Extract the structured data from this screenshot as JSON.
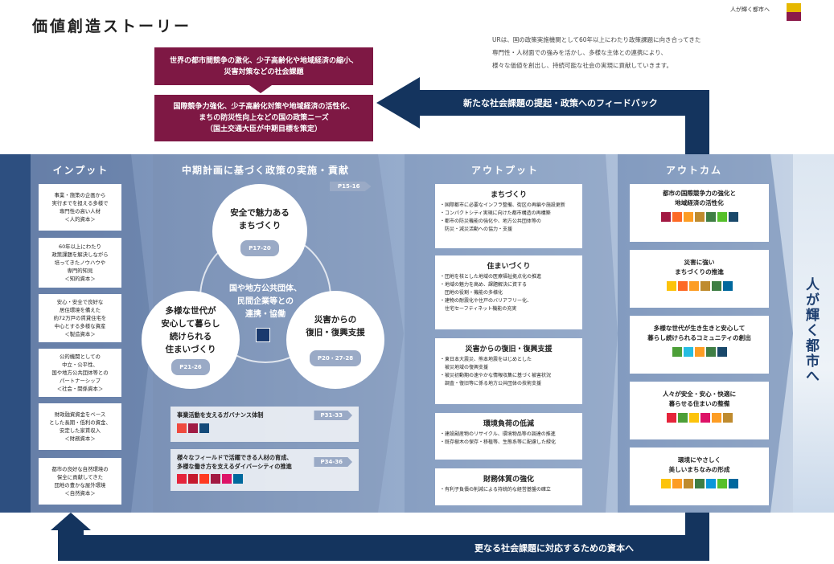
{
  "header": {
    "title": "価値創造ストーリー",
    "top_link": "人が輝く都市へ",
    "intro_lines": [
      "URは、国の政策実施機関として60年以上にわたり政策課題に向き合ってきた",
      "専門性・人材面での強みを活かし、多様な主体との連携により、",
      "様々な価値を創出し、持続可能な社会の実現に貢献していきます。"
    ]
  },
  "issues": {
    "line1": "世界の都市間競争の激化、少子高齢化や地域経済の縮小、",
    "line2": "災害対策などの社会課題"
  },
  "needs": {
    "line1": "国際競争力強化、少子高齢化対策や地域経済の活性化、",
    "line2": "まちの防災性向上などの国の政策ニーズ",
    "line3": "（国土交通大臣が中期目標を策定）"
  },
  "feedback_label": "新たな社会課題の提起・政策へのフィードバック",
  "bottom_label": "更なる社会課題に対応するための資本へ",
  "columns": {
    "input": "インプット",
    "mid": "中期計画に基づく政策の実施・貢献",
    "output": "アウトプット",
    "outcome": "アウトカム"
  },
  "inputs": [
    {
      "lines": [
        "事業・施策の企画から",
        "実行までを担える多様で",
        "専門性の高い人材",
        "＜人的資本＞"
      ]
    },
    {
      "lines": [
        "60年以上にわたり",
        "政策課題を解決しながら",
        "培ってきたノウハウや",
        "専門的知見",
        "＜知的資本＞"
      ]
    },
    {
      "lines": [
        "安心・安全で良好な",
        "居住環境を備えた",
        "約72万戸の賃貸住宅を",
        "中心とする多様な資産",
        "＜製造資本＞"
      ]
    },
    {
      "lines": [
        "公的機関としての",
        "中立・公平性、",
        "国や地方公共団体等との",
        "パートナーシップ",
        "＜社会・関係資本＞"
      ]
    },
    {
      "lines": [
        "財政融資資金をベース",
        "とした長期・低利の資金、",
        "安定した家賃収入",
        "＜財務資本＞"
      ]
    },
    {
      "lines": [
        "都市の良好な自然環境の",
        "保全に貢献してきた",
        "団地の豊かな屋外環境",
        "＜自然資本＞"
      ]
    }
  ],
  "mid": {
    "page_top": "P15-16",
    "circle_top": {
      "line1": "安全で魅力ある",
      "line2": "まちづくり",
      "page": "P17-20"
    },
    "circle_left": {
      "line1": "多様な世代が",
      "line2": "安心して暮らし",
      "line3": "続けられる",
      "line4": "住まいづくり",
      "page": "P21-26"
    },
    "circle_right": {
      "line1": "災害からの",
      "line2": "復旧・復興支援",
      "page": "P20・27-28"
    },
    "center": {
      "line1": "国や地方公共団体、",
      "line2": "民間企業等との",
      "line3": "連携・協働"
    },
    "governance": {
      "label": "事業活動を支えるガバナンス体制",
      "page": "P31-33"
    },
    "diversity": {
      "line1": "様々なフィールドで活躍できる人材の育成、",
      "line2": "多様な働き方を支えるダイバーシティの推進",
      "page": "P34-36"
    }
  },
  "outputs": [
    {
      "title": "まちづくり",
      "items": [
        "・国際都市に必要なインフラ整備、街区の再編や施設更新",
        "・コンパクトシティ実現に向けた都市構造の再構築",
        "・都市の防災機能の強化や、地方公共団体等の",
        "　防災・減災活動への協力・支援"
      ]
    },
    {
      "title": "住まいづくり",
      "items": [
        "・団地を核とした地域の医療福祉拠点化の推進",
        "・地域の魅力を高め、課題解決に資する",
        "　団地の役割・機能の多様化",
        "・建物の耐震化や住戸のバリアフリー化、",
        "　住宅セーフティネット機能の充実"
      ]
    },
    {
      "title": "災害からの復旧・復興支援",
      "items": [
        "・東日本大震災、熊本地震をはじめとした",
        "　被災地域の復興支援",
        "・被災初動期の速やかな情報収集に基づく被害状況",
        "　調査・復旧等に係る地方公共団体の技術支援"
      ]
    },
    {
      "title": "環境負荷の低減",
      "items": [
        "・建設副産物のリサイクル、環境物品等の調達の推進",
        "・既存樹木の保存・移植等、生態系等に配慮した緑化"
      ]
    },
    {
      "title": "財務体質の強化",
      "items": [
        "・有利子負債の削減による持続的な経営基盤の確立"
      ]
    }
  ],
  "outcomes": [
    {
      "line1": "都市の国際競争力の強化と",
      "line2": "地域経済の活性化"
    },
    {
      "line1": "災害に強い",
      "line2": "まちづくりの推進"
    },
    {
      "line1": "多様な世代が生き生きと安心して",
      "line2": "暮らし続けられるコミュニティの創出"
    },
    {
      "line1": "人々が安全・安心・快適に",
      "line2": "暮らせる住まいの整備"
    },
    {
      "line1": "環境にやさしく",
      "line2": "美しいまちなみの形成"
    }
  ],
  "vertical_text": "人が輝く都市へ"
}
